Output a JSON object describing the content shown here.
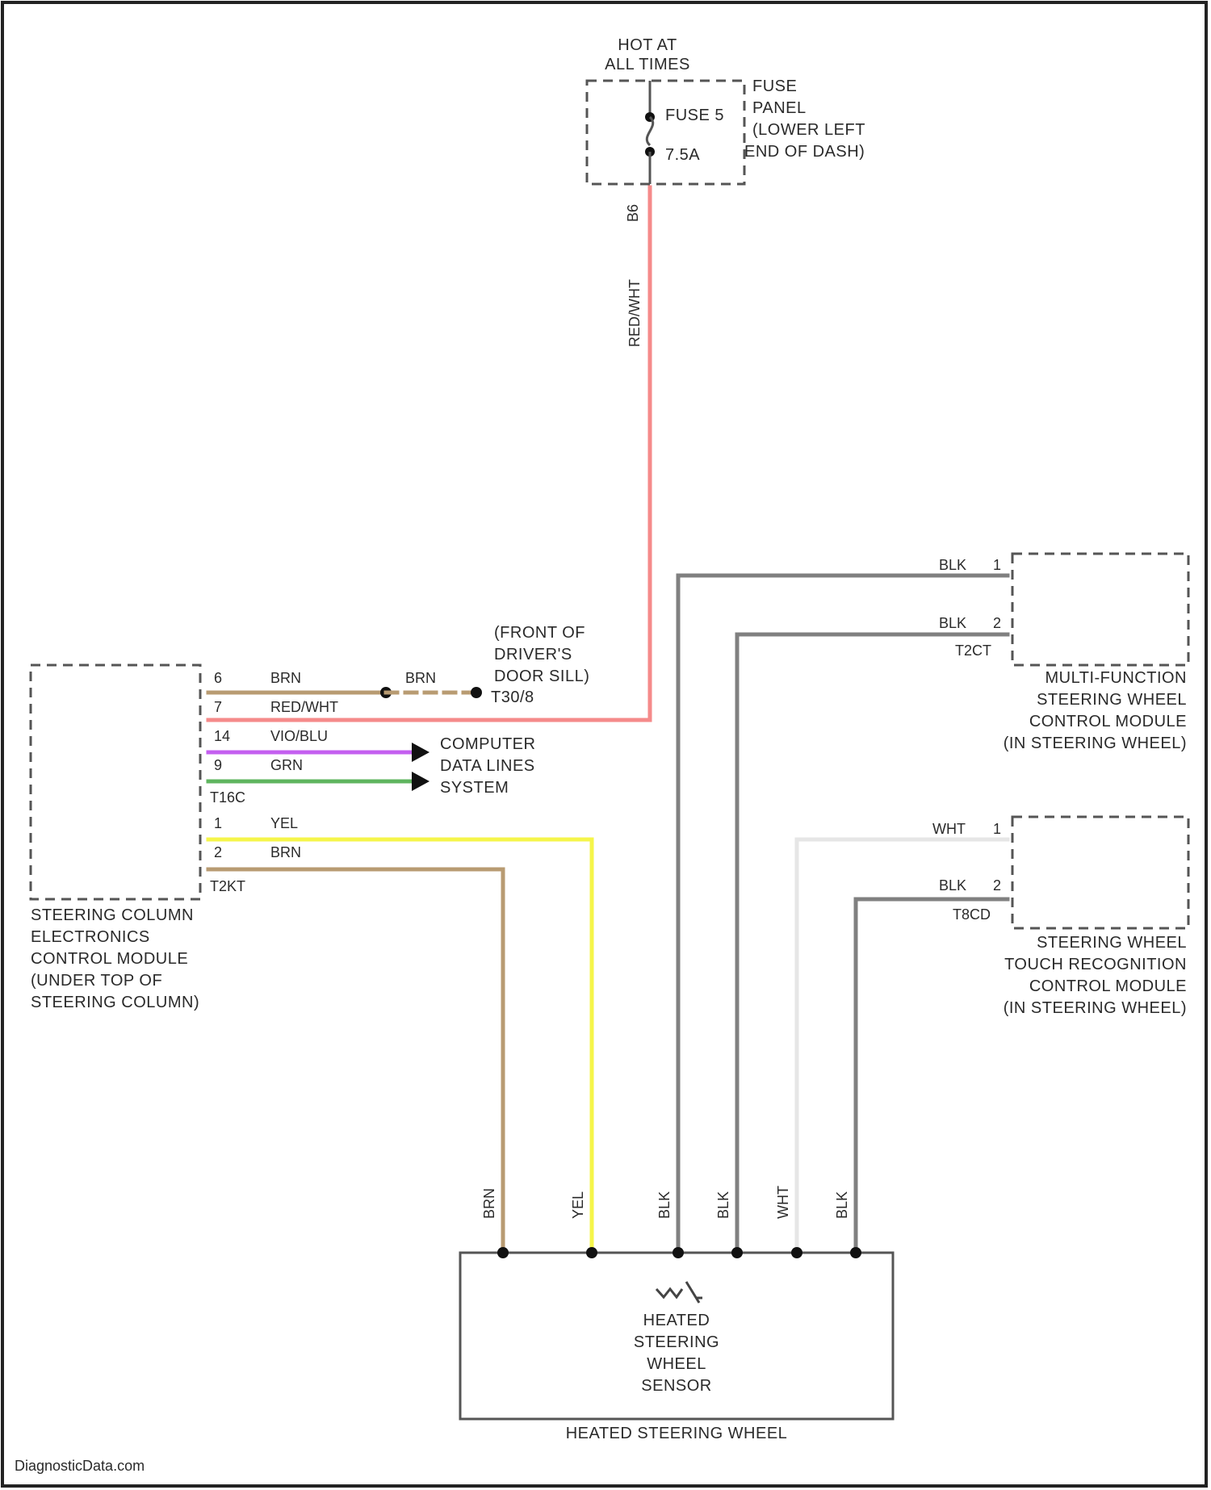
{
  "power_source": {
    "line1": "HOT AT",
    "line2": "ALL TIMES"
  },
  "fuse": {
    "name": "FUSE 5",
    "rating": "7.5A",
    "panel_label": [
      "FUSE",
      "PANEL",
      "(LOWER LEFT",
      "END OF DASH)"
    ],
    "terminal": "B6"
  },
  "wires": {
    "red_white": "RED/WHT",
    "brn": "BRN",
    "yel": "YEL",
    "blk": "BLK",
    "wht": "WHT",
    "vio_blu": "VIO/BLU",
    "grn": "GRN"
  },
  "splice": {
    "label": [
      "(FRONT OF",
      "DRIVER'S",
      "DOOR SILL)"
    ],
    "connector": "T30/8"
  },
  "sccm": {
    "name": [
      "STEERING COLUMN",
      "ELECTRONICS",
      "CONTROL MODULE",
      "(UNDER TOP OF",
      "STEERING COLUMN)"
    ],
    "pins": {
      "p6": "6",
      "p7": "7",
      "p14": "14",
      "p9": "9",
      "p1": "1",
      "p2": "2"
    },
    "connector_a": "T16C",
    "connector_b": "T2KT"
  },
  "can": {
    "label": [
      "COMPUTER",
      "DATA LINES",
      "SYSTEM"
    ]
  },
  "mfsw": {
    "name": [
      "MULTI-FUNCTION",
      "STEERING WHEEL",
      "CONTROL MODULE",
      "(IN STEERING WHEEL)"
    ],
    "pin1": "1",
    "pin2": "2",
    "connector": "T2CT"
  },
  "touch": {
    "name": [
      "STEERING WHEEL",
      "TOUCH RECOGNITION",
      "CONTROL MODULE",
      "(IN STEERING WHEEL)"
    ],
    "pin1": "1",
    "pin2": "2",
    "connector": "T8CD"
  },
  "heated_wheel": {
    "sensor_lines": [
      "HEATED",
      "STEERING",
      "WHEEL",
      "SENSOR"
    ],
    "assembly_label": "HEATED STEERING WHEEL"
  },
  "watermark": "DiagnosticData.com",
  "colors": {
    "red_white": "#f58a8a",
    "brown": "#b89b72",
    "yellow": "#f5f54a",
    "black_wire": "#808080",
    "white_wire": "#e6e6e6",
    "violet": "#c45ff0",
    "green": "#5fb55f",
    "box_stroke": "#555555"
  }
}
